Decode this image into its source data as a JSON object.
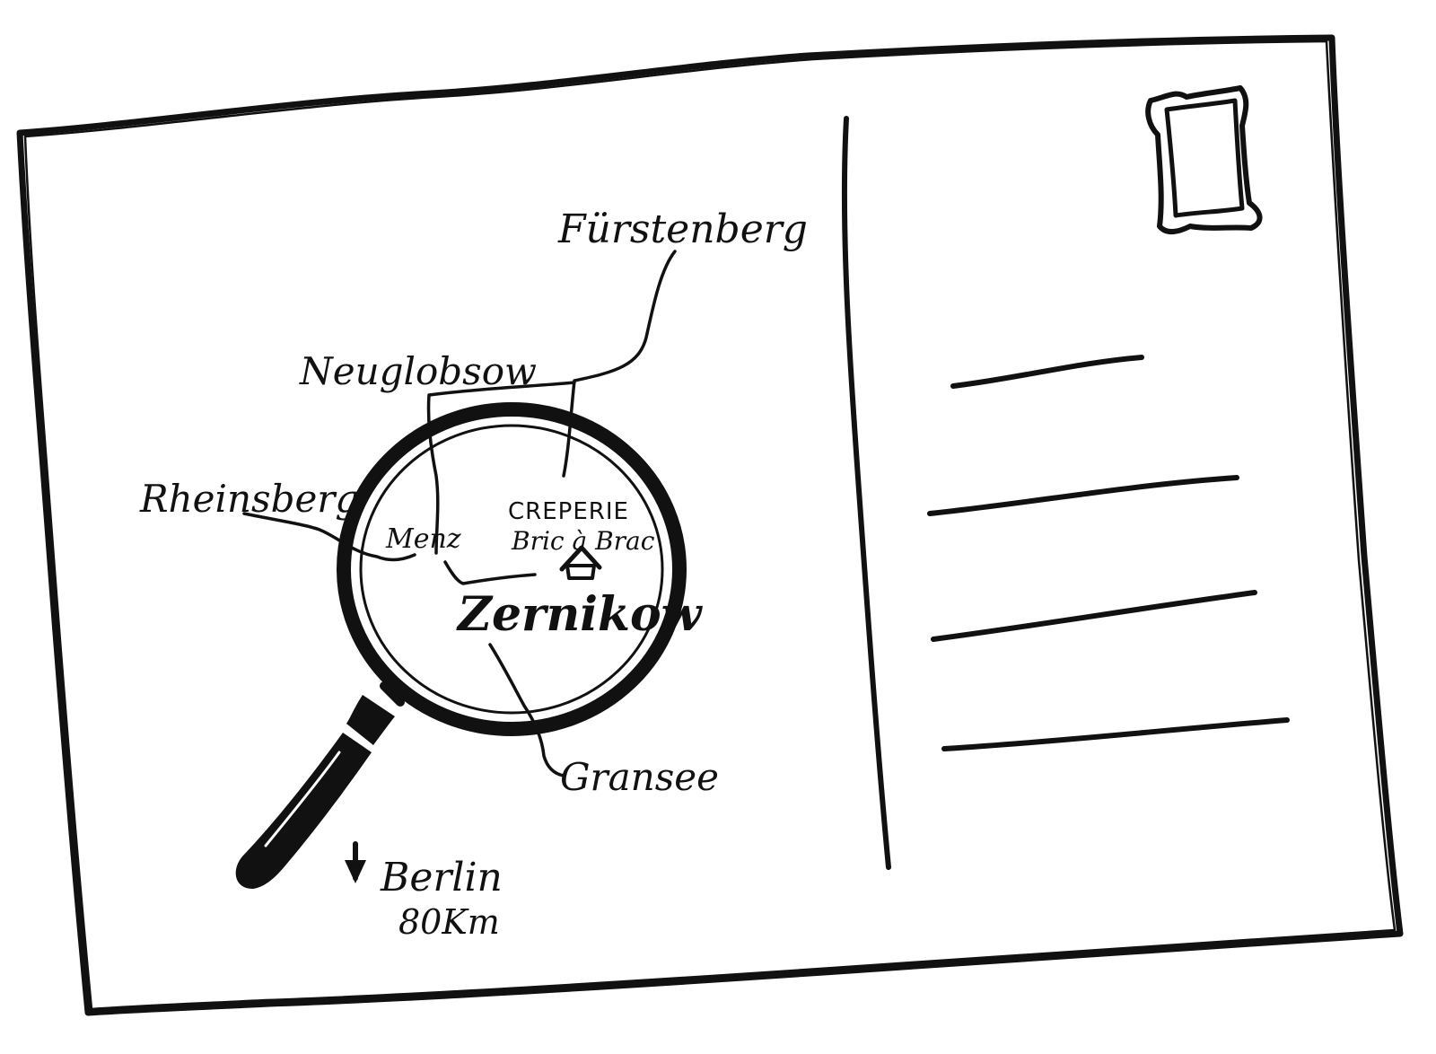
{
  "postcard": {
    "ink_color": "#111111",
    "paper_color": "#ffffff"
  },
  "map": {
    "places": {
      "fuerstenberg": "Fürstenberg",
      "neuglobsow": "Neuglobsow",
      "rheinsberg": "Rheinsberg",
      "menz": "Menz",
      "zernikow": "Zernikow",
      "gransee": "Gransee"
    },
    "creperie": {
      "line1": "CREPERIE",
      "line2": "Bric à Brac",
      "icon": "house-icon"
    },
    "berlin": {
      "name": "Berlin",
      "distance": "80Km",
      "icon": "arrow-down-icon"
    },
    "magnifier_icon": "magnifying-glass-icon"
  },
  "stamp_icon": "stamp-icon"
}
